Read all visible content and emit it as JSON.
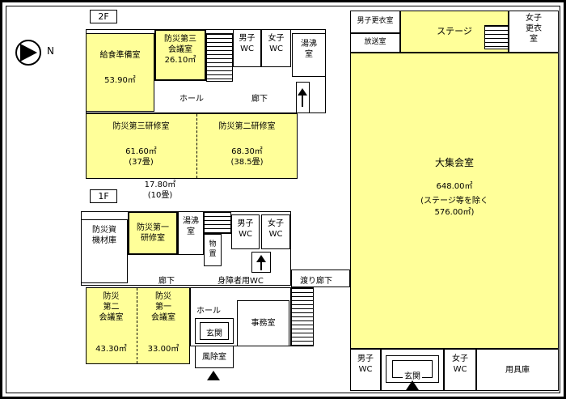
{
  "compass": {
    "n": "N"
  },
  "labels": {
    "f2": "2F",
    "f1": "1F"
  },
  "f2": {
    "kyushoku": {
      "name": "給食準備室",
      "area": "53.90㎡"
    },
    "kaigi3": {
      "l1": "防災第三",
      "l2": "会議室",
      "area": "26.10㎡"
    },
    "wc_m": {
      "l1": "男子",
      "l2": "WC"
    },
    "wc_f": {
      "l1": "女子",
      "l2": "WC"
    },
    "yuwakashi": {
      "l1": "湯沸",
      "l2": "室"
    },
    "hall": "ホール",
    "corridor": "廊下",
    "kenshu3": {
      "name": "防災第三研修室",
      "area": "61.60㎡",
      "tatami": "(37畳)"
    },
    "kenshu2": {
      "name": "防災第二研修室",
      "area": "68.30㎡",
      "tatami": "(38.5畳)"
    },
    "annex_area": "17.80㎡",
    "annex_tatami": "(10畳)"
  },
  "f1": {
    "shizai": {
      "l1": "防災資",
      "l2": "機材庫"
    },
    "kenshu1": {
      "l1": "防災第一",
      "l2": "研修室"
    },
    "yuwakashi": {
      "l1": "湯沸",
      "l2": "室"
    },
    "monooki": {
      "l1": "物",
      "l2": "置"
    },
    "wc_m": {
      "l1": "男子",
      "l2": "WC"
    },
    "wc_f": {
      "l1": "女子",
      "l2": "WC"
    },
    "corridor": "廊下",
    "accessible_wc": "身障者用WC",
    "watari": "渡り廊下",
    "kaigi2": {
      "l1": "防災",
      "l2": "第二",
      "l3": "会議室",
      "area": "43.30㎡"
    },
    "kaigi1": {
      "l1": "防災",
      "l2": "第一",
      "l3": "会議室",
      "area": "33.00㎡"
    },
    "hall": "ホール",
    "genkan": "玄関",
    "fujo": "風除室",
    "jimu": "事務室"
  },
  "main": {
    "danshi_koui": "男子更衣室",
    "housou": "放送室",
    "stage": "ステージ",
    "joshi_koui": {
      "l1": "女子",
      "l2": "更衣",
      "l3": "室"
    },
    "daishukai": {
      "name": "大集会室",
      "area": "648.00㎡",
      "note1": "(ステージ等を除く",
      "note2": "576.00㎡)"
    },
    "wc_m": {
      "l1": "男子",
      "l2": "WC"
    },
    "genkan": "玄関",
    "wc_f": {
      "l1": "女子",
      "l2": "WC"
    },
    "yougu": "用具庫"
  },
  "colors": {
    "room_yellow": "#ffff99",
    "line": "#000000"
  }
}
